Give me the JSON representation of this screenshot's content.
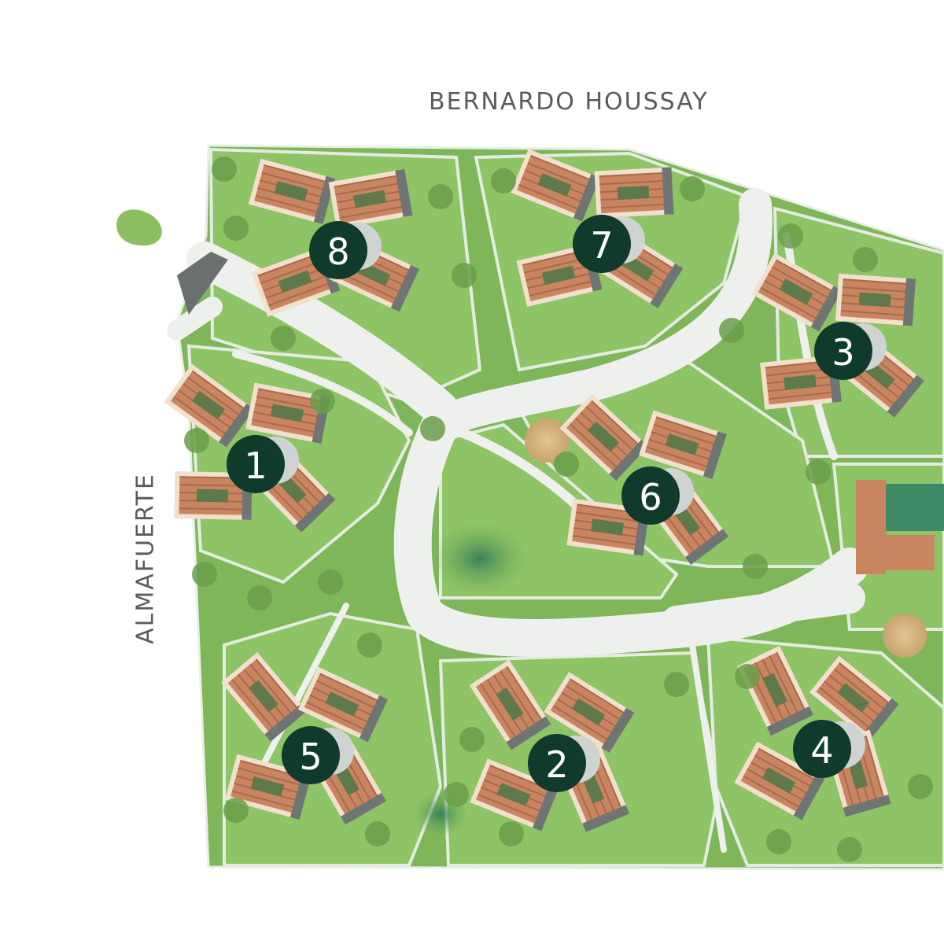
{
  "streets": {
    "north": "BERNARDO HOUSSAY",
    "west": "ALMAFUERTE"
  },
  "markers": [
    {
      "label": "8"
    },
    {
      "label": "7"
    },
    {
      "label": "3"
    },
    {
      "label": "1"
    },
    {
      "label": "6"
    },
    {
      "label": "5"
    },
    {
      "label": "2"
    },
    {
      "label": "4"
    }
  ],
  "colors": {
    "lawn": "#7fb65a",
    "lawn_light": "#9bc878",
    "road": "#eef0ee",
    "roof": "#c98560",
    "roof_dark": "#a86a4a",
    "trim": "#f1e0cc",
    "marker": "#0f3a2c",
    "pond": "#3e8a66",
    "sand": "#d8b98a",
    "label": "#5b5b5b"
  }
}
